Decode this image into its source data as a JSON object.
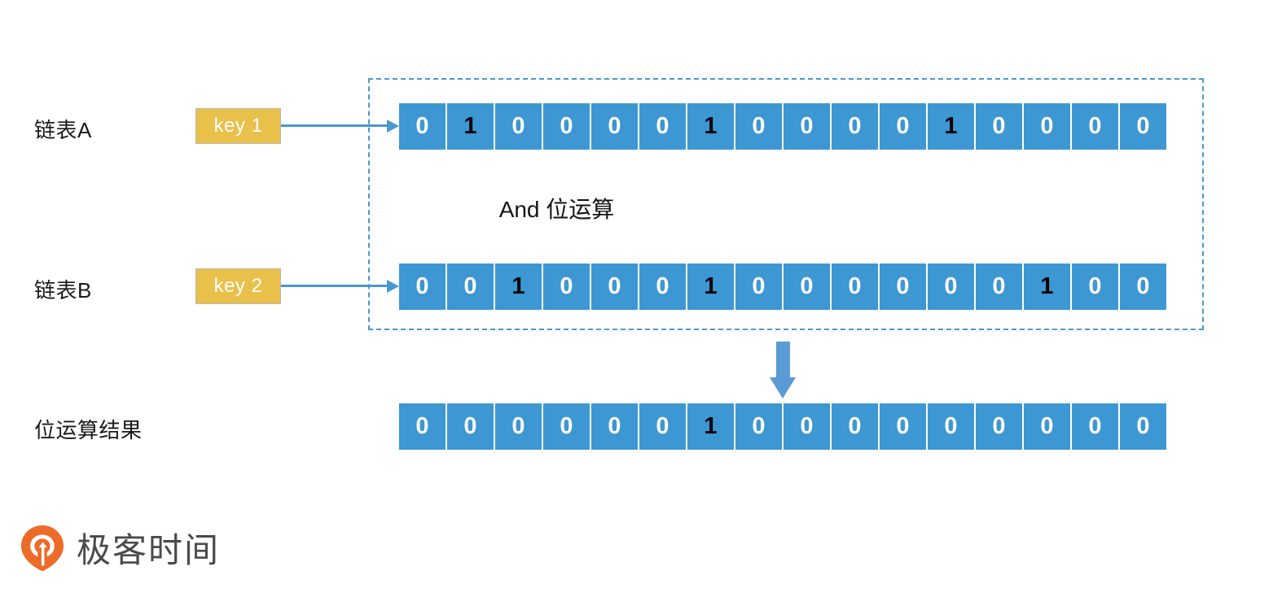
{
  "labels": {
    "list_a": "链表A",
    "list_b": "链表B",
    "result": "位运算结果"
  },
  "keys": {
    "key1": "key 1",
    "key2": "key 2"
  },
  "operation": {
    "caption": "And 位运算"
  },
  "brand": {
    "name": "极客时间",
    "logo_icon": "geektime-pin-icon"
  },
  "colors": {
    "bit_cell": "#3c97d3",
    "key_box": "#e9c04a",
    "arrow": "#4a98d0",
    "down_arrow": "#5b9bd5",
    "dashed_border": "#4a98d0",
    "zero_digit": "#ffffff",
    "one_digit": "#000000",
    "logo_orange": "#ec6b28",
    "brand_text": "#4a4a4a"
  },
  "bit_arrays": {
    "list_a": [
      "0",
      "1",
      "0",
      "0",
      "0",
      "0",
      "1",
      "0",
      "0",
      "0",
      "0",
      "1",
      "0",
      "0",
      "0",
      "0"
    ],
    "list_b": [
      "0",
      "0",
      "1",
      "0",
      "0",
      "0",
      "1",
      "0",
      "0",
      "0",
      "0",
      "0",
      "0",
      "1",
      "0",
      "0"
    ],
    "result": [
      "0",
      "0",
      "0",
      "0",
      "0",
      "0",
      "1",
      "0",
      "0",
      "0",
      "0",
      "0",
      "0",
      "0",
      "0",
      "0"
    ]
  }
}
